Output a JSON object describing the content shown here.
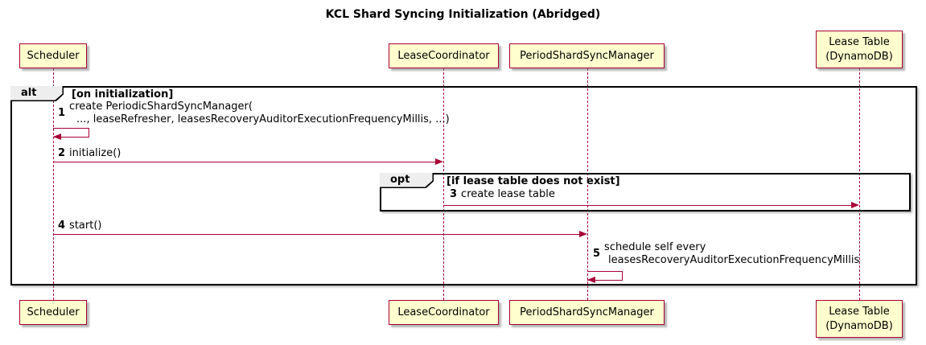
{
  "title": "KCL Shard Syncing Initialization (Abridged)",
  "participants": [
    {
      "id": "scheduler",
      "name": "Scheduler"
    },
    {
      "id": "lease-coordinator",
      "name": "LeaseCoordinator"
    },
    {
      "id": "period-shard-sync-manager",
      "name": "PeriodShardSyncManager"
    },
    {
      "id": "lease-table",
      "name": "Lease Table\n(DynamoDB)"
    }
  ],
  "frames": [
    {
      "type": "alt",
      "label": "alt",
      "guard": "[on initialization]"
    },
    {
      "type": "opt",
      "label": "opt",
      "guard": "[if lease table does not exist]"
    }
  ],
  "messages": [
    {
      "num": "1",
      "line1": "create PeriodicShardSyncManager(",
      "line2": "..., leaseRefresher, leasesRecoveryAuditorExecutionFrequencyMillis, ...)",
      "from": "Scheduler",
      "to": "Scheduler",
      "kind": "self"
    },
    {
      "num": "2",
      "text": "initialize()",
      "from": "Scheduler",
      "to": "LeaseCoordinator",
      "kind": "sync"
    },
    {
      "num": "3",
      "text": "create lease table",
      "from": "LeaseCoordinator",
      "to": "Lease Table (DynamoDB)",
      "kind": "sync"
    },
    {
      "num": "4",
      "text": "start()",
      "from": "Scheduler",
      "to": "PeriodShardSyncManager",
      "kind": "sync"
    },
    {
      "num": "5",
      "line1": "schedule self every",
      "line2": "leasesRecoveryAuditorExecutionFrequencyMillis",
      "from": "PeriodShardSyncManager",
      "to": "PeriodShardSyncManager",
      "kind": "self"
    }
  ],
  "colors": {
    "participant_fill": "#FEFECE",
    "participant_border": "#A80036",
    "arrow": "#A80036",
    "frame_border": "#000000",
    "frame_label_fill": "#EEEEEE"
  }
}
